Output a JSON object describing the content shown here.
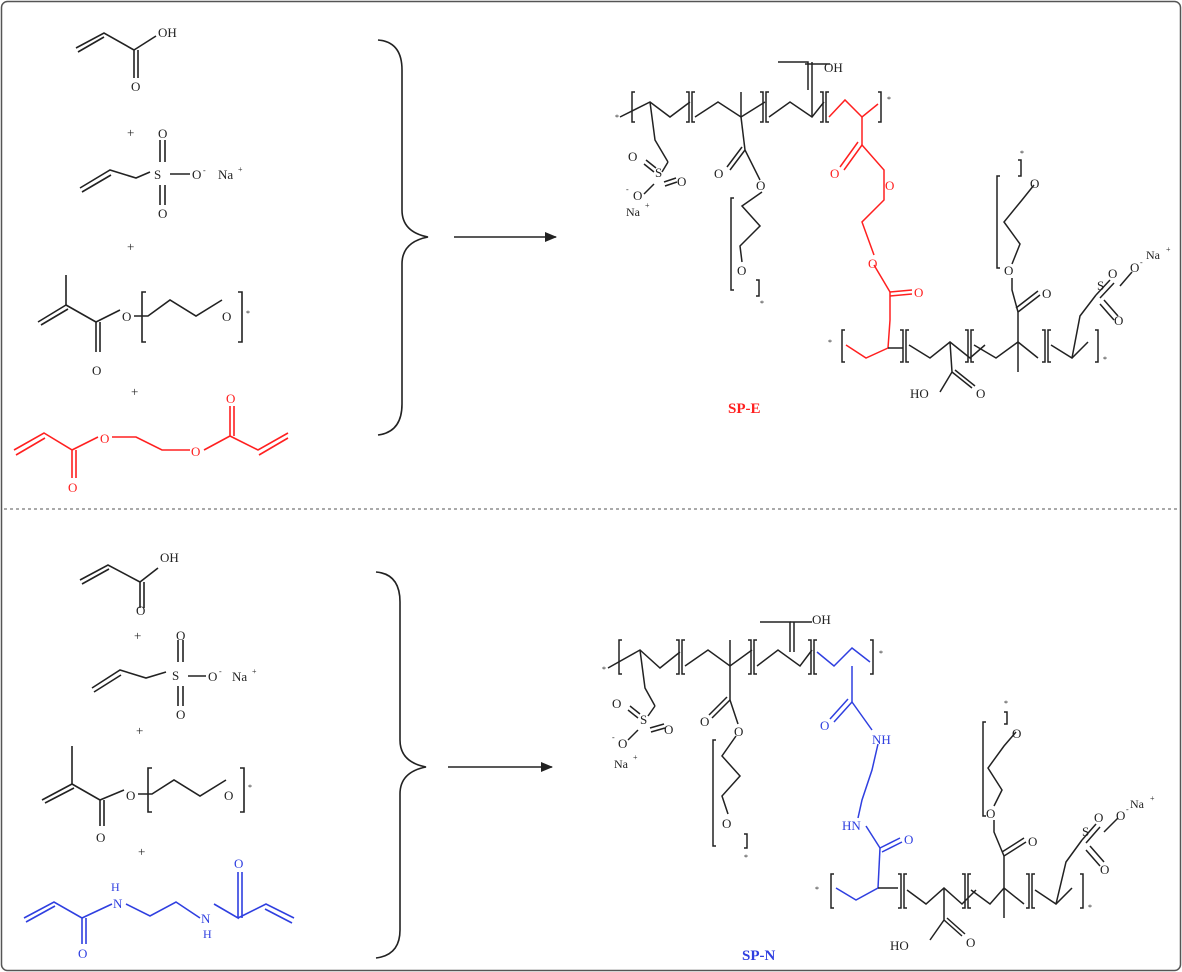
{
  "colors": {
    "frame": "#555555",
    "black": "#222222",
    "ester": "#ff2020",
    "amide": "#2f3fe0"
  },
  "labels": {
    "oh": "OH",
    "ho": "HO",
    "o": "O",
    "s": "S",
    "nh": "NH",
    "hn": "HN",
    "n": "N",
    "h": "H",
    "na": "Na",
    "plus": "+",
    "minus": "-",
    "star": "*"
  },
  "panels": [
    {
      "product_label": "SP-E",
      "crosslinker": "ester",
      "color": "#ff2020"
    },
    {
      "product_label": "SP-N",
      "crosslinker": "amide",
      "color": "#2f3fe0"
    }
  ]
}
